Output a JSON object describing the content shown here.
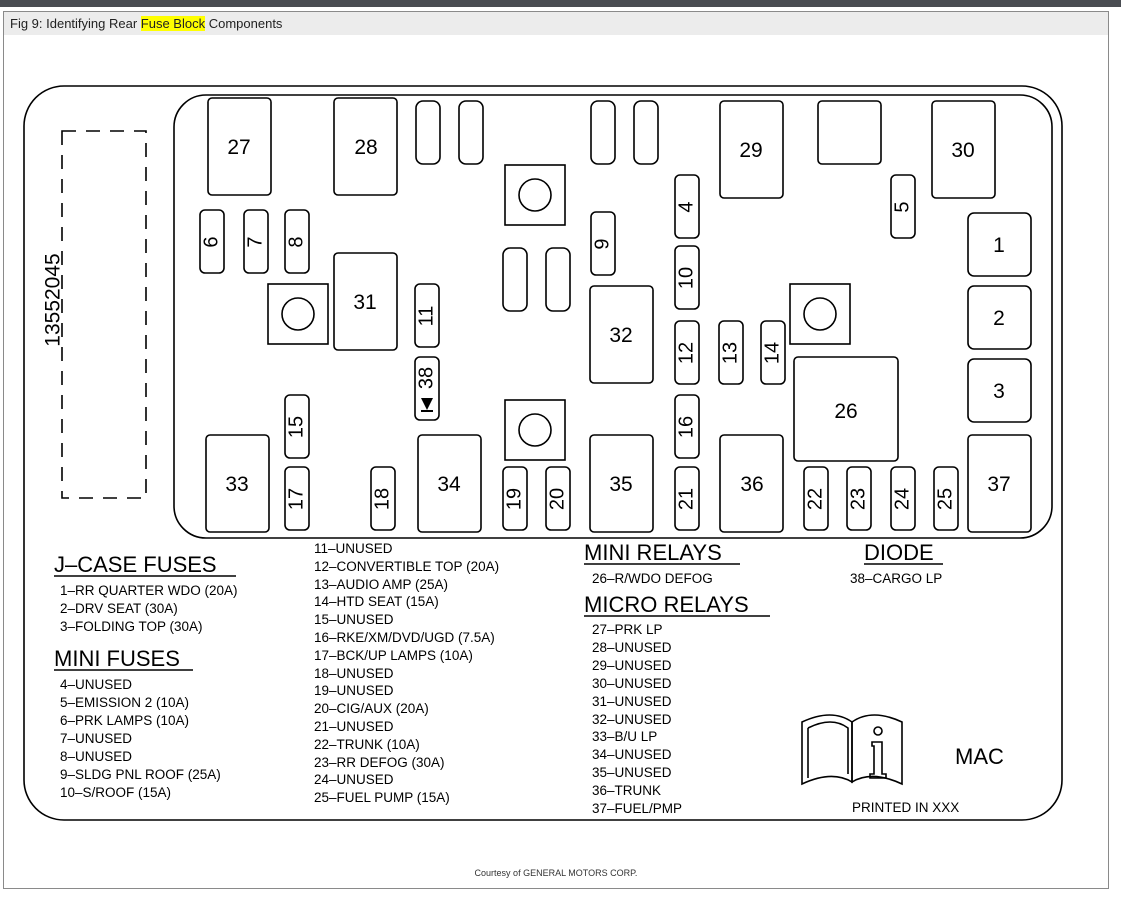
{
  "figure": {
    "caption_prefix": "Fig 9: Identifying Rear ",
    "caption_highlight": "Fuse Block",
    "caption_suffix": " Components",
    "courtesy": "Courtesy of GENERAL MOTORS CORP."
  },
  "diagram": {
    "part_number": "13552045",
    "boxes": {
      "b1": "1",
      "b2": "2",
      "b3": "3",
      "b4": "4",
      "b5": "5",
      "b6": "6",
      "b7": "7",
      "b8": "8",
      "b9": "9",
      "b10": "10",
      "b11": "11",
      "b12": "12",
      "b13": "13",
      "b14": "14",
      "b15": "15",
      "b16": "16",
      "b17": "17",
      "b18": "18",
      "b19": "19",
      "b20": "20",
      "b21": "21",
      "b22": "22",
      "b23": "23",
      "b24": "24",
      "b25": "25",
      "b26": "26",
      "b27": "27",
      "b28": "28",
      "b29": "29",
      "b30": "30",
      "b31": "31",
      "b32": "32",
      "b33": "33",
      "b34": "34",
      "b35": "35",
      "b36": "36",
      "b37": "37",
      "b38": "38"
    }
  },
  "legend": {
    "jcase": {
      "title": "J–CASE FUSES",
      "items": [
        "1–RR QUARTER WDO (20A)",
        "2–DRV SEAT (30A)",
        "3–FOLDING TOP (30A)"
      ]
    },
    "mini_fuses": {
      "title": "MINI FUSES",
      "items": [
        "4–UNUSED",
        "5–EMISSION 2 (10A)",
        "6–PRK LAMPS (10A)",
        "7–UNUSED",
        "8–UNUSED",
        "9–SLDG PNL ROOF (25A)",
        "10–S/ROOF (15A)"
      ]
    },
    "mini_fuses_cont": {
      "items": [
        "11–UNUSED",
        "12–CONVERTIBLE TOP (20A)",
        "13–AUDIO AMP (25A)",
        "14–HTD SEAT (15A)",
        "15–UNUSED",
        "16–RKE/XM/DVD/UGD (7.5A)",
        "17–BCK/UP LAMPS (10A)",
        "18–UNUSED",
        "19–UNUSED",
        "20–CIG/AUX (20A)",
        "21–UNUSED",
        "22–TRUNK (10A)",
        "23–RR DEFOG (30A)",
        "24–UNUSED",
        "25–FUEL PUMP (15A)"
      ]
    },
    "mini_relays": {
      "title": "MINI RELAYS",
      "items": [
        "26–R/WDO DEFOG"
      ]
    },
    "micro_relays": {
      "title": "MICRO RELAYS",
      "items": [
        "27–PRK LP",
        "28–UNUSED",
        "29–UNUSED",
        "30–UNUSED",
        "31–UNUSED",
        "32–UNUSED",
        "33–B/U LP",
        "34–UNUSED",
        "35–UNUSED",
        "36–TRUNK",
        "37–FUEL/PMP"
      ]
    },
    "diode": {
      "title": "DIODE",
      "items": [
        "38–CARGO LP"
      ]
    },
    "mac": "MAC",
    "printed": "PRINTED IN XXX"
  }
}
